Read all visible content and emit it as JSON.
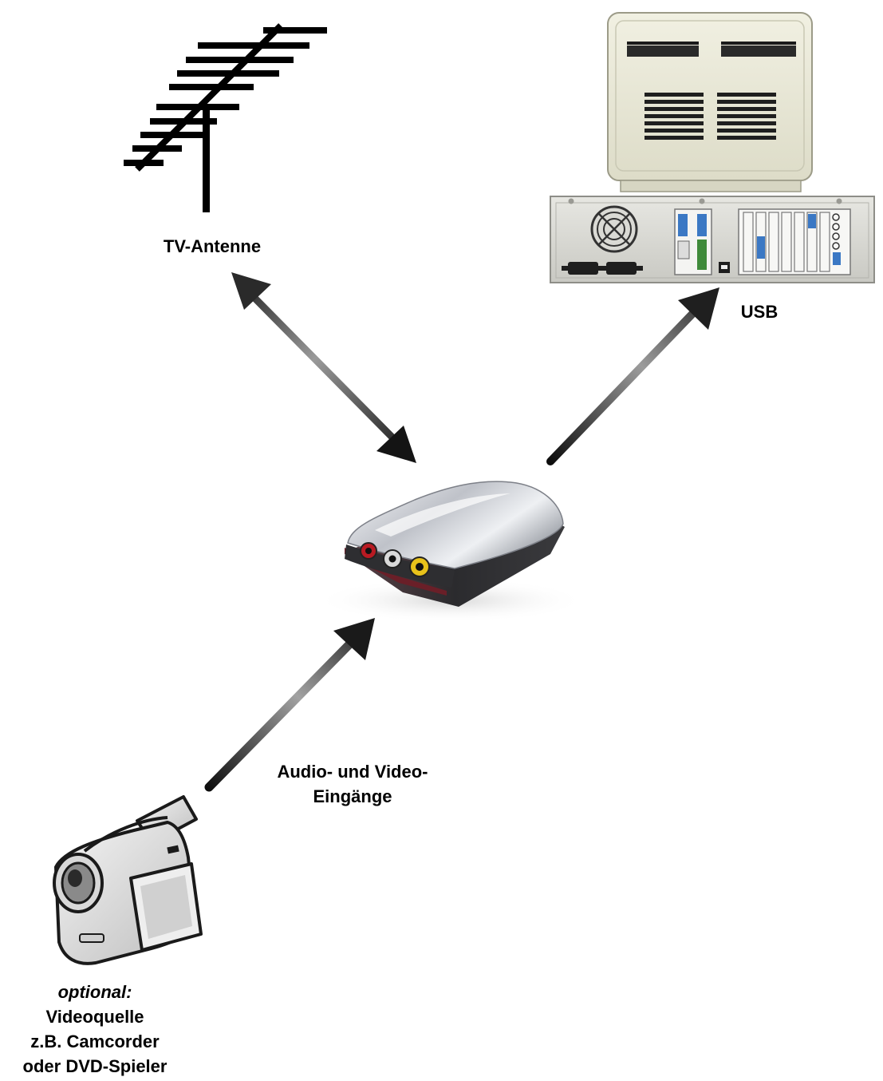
{
  "labels": {
    "antenna": "TV-Antenne",
    "usb": "USB",
    "av_inputs_line1": "Audio- und Video-",
    "av_inputs_line2": "Eingänge",
    "source_line1": "optional:",
    "source_line2": "Videoquelle",
    "source_line3": "z.B. Camcorder",
    "source_line4": "oder DVD-Spieler"
  },
  "devices": {
    "antenna": "tv-antenna",
    "computer": "desktop-computer",
    "tv_box": "usb-tv-box",
    "camcorder": "camcorder"
  },
  "colors": {
    "monitor_beige": "#ecebd9",
    "case_gray": "#dcdcd6",
    "box_silver": "#d4d6dc",
    "box_dark": "#2e2e30",
    "rca_red": "#b81a22",
    "rca_yellow": "#e8c21a",
    "arrow_dark": "#111111",
    "arrow_light": "#9a9a9a"
  }
}
